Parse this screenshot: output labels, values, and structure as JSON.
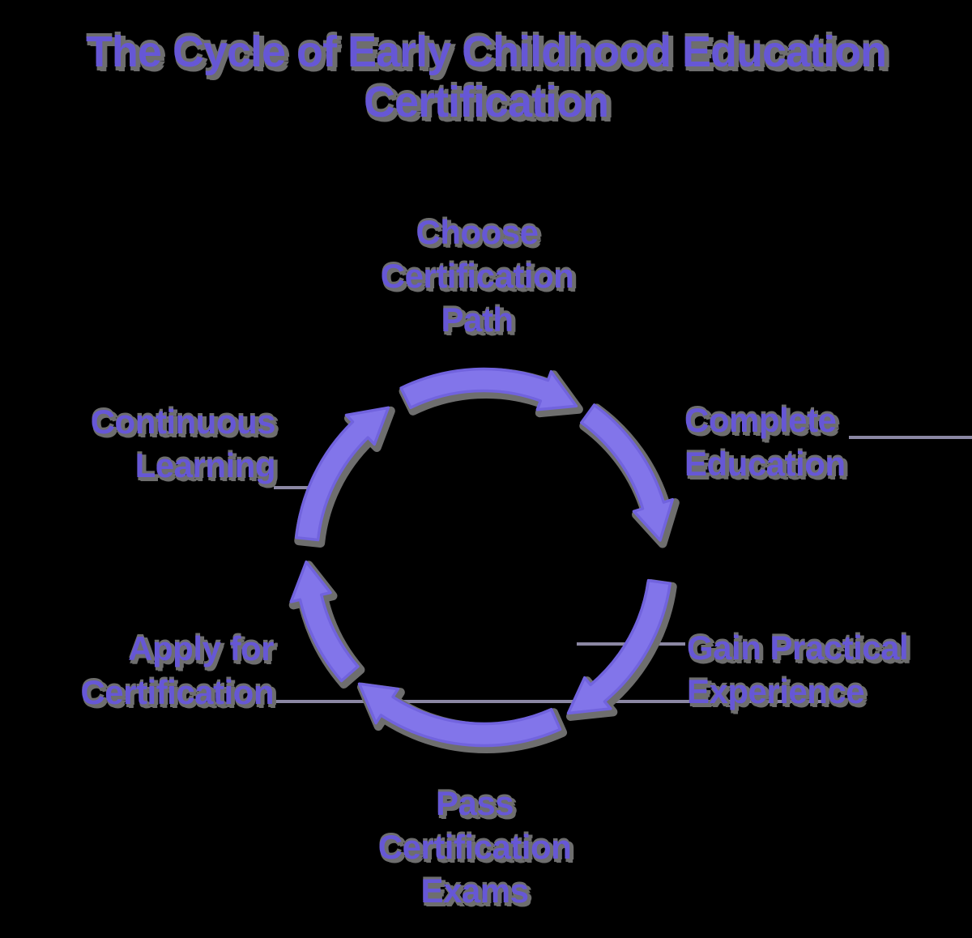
{
  "title": {
    "text": "The Cycle of Early Childhood Education\nCertification"
  },
  "steps": [
    {
      "id": "choose-certification-path",
      "lines": [
        "Choose",
        "Certification",
        "Path"
      ]
    },
    {
      "id": "complete-education",
      "lines": [
        "Complete",
        "Education"
      ]
    },
    {
      "id": "gain-practical-experience",
      "lines": [
        "Gain Practical",
        "Experience"
      ]
    },
    {
      "id": "pass-certification-exams",
      "lines": [
        "Pass",
        "Certification",
        "Exams"
      ]
    },
    {
      "id": "apply-for-certification",
      "lines": [
        "Apply for",
        "Certification"
      ]
    },
    {
      "id": "continuous-learning",
      "lines": [
        "Continuous",
        "Learning"
      ]
    }
  ],
  "colors": {
    "background": "#000000",
    "label_text": "#6657D6",
    "arrow_fill": "#8275EA",
    "arrow_outline": "#7163DE",
    "shadow_gray": "#6E6E6E",
    "connector_line": "#8B87A3"
  }
}
